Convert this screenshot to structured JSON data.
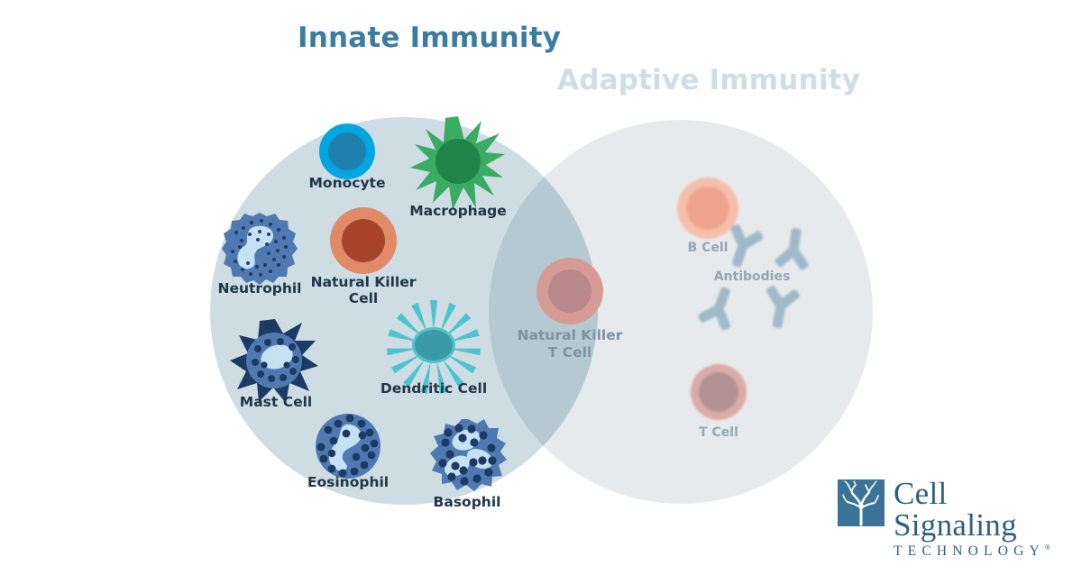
{
  "titles": {
    "innate": "Innate Immunity",
    "adaptive": "Adaptive Immunity"
  },
  "colors": {
    "innate_circle": "#cdddE3",
    "adaptive_circle": "#e7eaec",
    "overlap": "#b6c8d2",
    "innate_title": "#3a7d9e",
    "adaptive_title": "#cfdde4",
    "innate_label_text": "#20364a",
    "faded_label_text": "#93a7b3",
    "overlap_label_text": "#7e929f",
    "monocyte_outer": "#00a6e0",
    "monocyte_core": "#1f7fae",
    "macrophage_body": "#3aab63",
    "macrophage_core": "#1e8449",
    "nk_outer": "#e08a68",
    "nk_core": "#a8432b",
    "neutrophil_body": "#4f79b0",
    "neutrophil_nucleus": "#c5e2f5",
    "granule_dark": "#1c3a63",
    "dendritic_body": "#4fc3cd",
    "dendritic_core": "#3a9aa5",
    "mast_body": "#4f79b0",
    "mast_spikes": "#1c3a63",
    "bcell_outer": "#f2a58c",
    "bcell_core": "#f0a089",
    "tcell_outer": "#d9a9a3",
    "tcell_core": "#b08e8c",
    "nkt_outer": "#d79b96",
    "nkt_core": "#b8888b",
    "antibody": "#9db7c8",
    "logo_blue": "#3a7397",
    "logo_text": "#2f5f7e"
  },
  "innate_cells": [
    {
      "id": "monocyte",
      "label": "Monocyte"
    },
    {
      "id": "macrophage",
      "label": "Macrophage"
    },
    {
      "id": "neutrophil",
      "label": "Neutrophil"
    },
    {
      "id": "natural-killer",
      "label": "Natural Killer\nCell"
    },
    {
      "id": "mast-cell",
      "label": "Mast Cell"
    },
    {
      "id": "dendritic-cell",
      "label": "Dendritic Cell"
    },
    {
      "id": "eosinophil",
      "label": "Eosinophil"
    },
    {
      "id": "basophil",
      "label": "Basophil"
    }
  ],
  "overlap_cells": [
    {
      "id": "nkt-cell",
      "label": "Natural Killer\nT Cell"
    }
  ],
  "adaptive_cells": [
    {
      "id": "b-cell",
      "label": "B Cell"
    },
    {
      "id": "antibodies",
      "label": "Antibodies"
    },
    {
      "id": "t-cell",
      "label": "T Cell"
    }
  ],
  "logo": {
    "name": "Cell Signaling",
    "subtitle": "TECHNOLOGY",
    "registered": "®"
  }
}
